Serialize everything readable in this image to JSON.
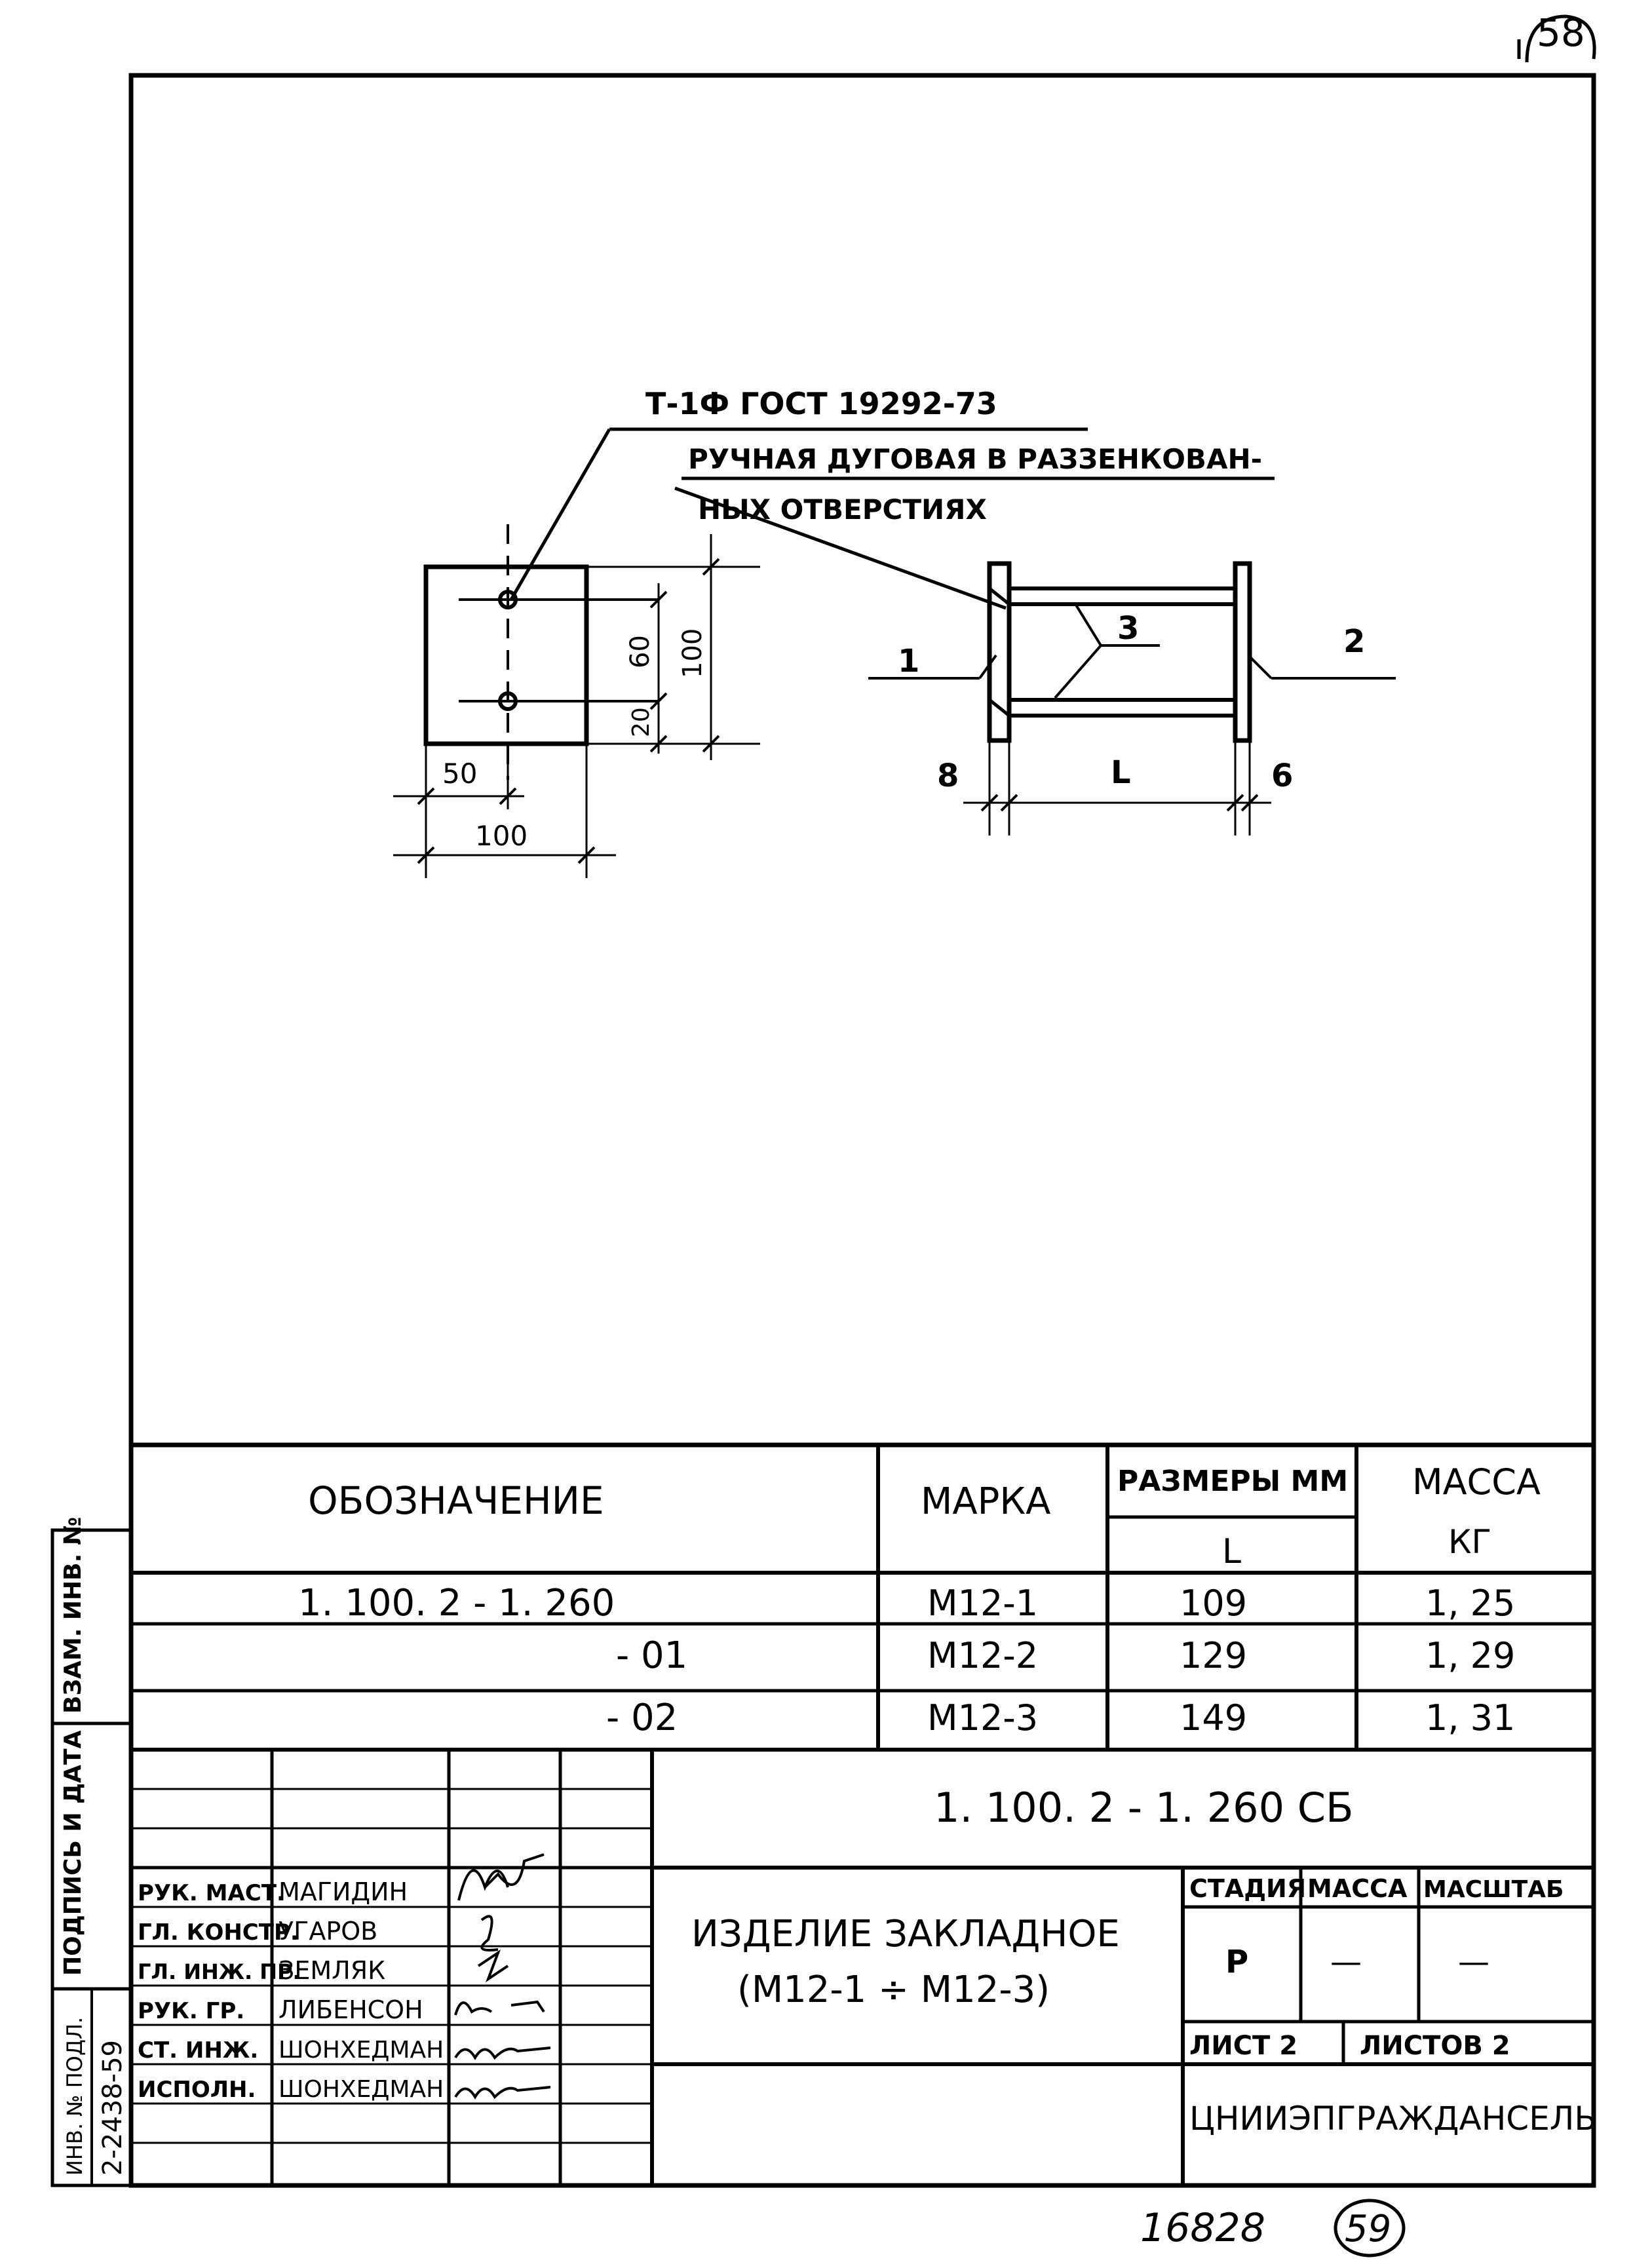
{
  "page_number_top": "58",
  "drawing": {
    "weld_label": "Т-1Ф ГОСТ 19292-73",
    "weld_note_line1": "РУЧНАЯ ДУГОВАЯ В РАЗЗЕНКОВАН-",
    "weld_note_line2": "НЫХ ОТВЕРСТИЯХ",
    "plate": {
      "dim_60": "60",
      "dim_20": "20",
      "dim_100_v": "100",
      "dim_50": "50",
      "dim_100_h": "100"
    },
    "assembly": {
      "pos1": "1",
      "pos2": "2",
      "pos3": "3",
      "dim_8": "8",
      "dim_L": "L",
      "dim_6": "6"
    }
  },
  "spec_table": {
    "headers": {
      "designation": "ОБОЗНАЧЕНИЕ",
      "mark": "МАРКА",
      "sizes": "РАЗМЕРЫ ММ",
      "sizes_sub": "L",
      "mass": "МАССА",
      "mass_unit": "КГ"
    },
    "rows": [
      {
        "designation": "1. 100. 2 - 1. 260",
        "mark": "М12-1",
        "L": "109",
        "mass": "1, 25"
      },
      {
        "designation": "- 01",
        "mark": "М12-2",
        "L": "129",
        "mass": "1, 29"
      },
      {
        "designation": "- 02",
        "mark": "М12-3",
        "L": "149",
        "mass": "1, 31"
      }
    ]
  },
  "title_block": {
    "doc_code": "1. 100. 2 - 1. 260 СБ",
    "product_name_line1": "ИЗДЕЛИЕ ЗАКЛАДНОЕ",
    "product_name_line2": "(М12-1 ÷ М12-3)",
    "stage_header": "СТАДИЯ",
    "mass_header": "МАССА",
    "scale_header": "МАСШТАБ",
    "stage_value": "Р",
    "mass_value": "—",
    "scale_value": "—",
    "sheet": "ЛИСТ 2",
    "sheets": "ЛИСТОВ 2",
    "organization": "ЦНИИЭПГРАЖДАНСЕЛЬ",
    "people": [
      {
        "role": "РУК. МАСТ.",
        "name": "МАГИДИН"
      },
      {
        "role": "ГЛ. КОНСТР.",
        "name": "УГАРОВ"
      },
      {
        "role": "ГЛ. ИНЖ. ПР.",
        "name": "ЗЕМЛЯК"
      },
      {
        "role": "РУК. ГР.",
        "name": "ЛИБЕНСОН"
      },
      {
        "role": "СТ. ИНЖ.",
        "name": "ШОНХЕДМАН"
      },
      {
        "role": "ИСПОЛН.",
        "name": "ШОНХЕДМАН"
      }
    ]
  },
  "side_stamps": {
    "inv_orig": "ИНВ. № ПОДЛ.",
    "sign_date": "ПОДПИСЬ И ДАТА",
    "replace_inv": "ВЗАМ. ИНВ. №",
    "inv_value": "2-2438-59"
  },
  "bottom": {
    "archive_number": "16828",
    "page_number": "59"
  }
}
